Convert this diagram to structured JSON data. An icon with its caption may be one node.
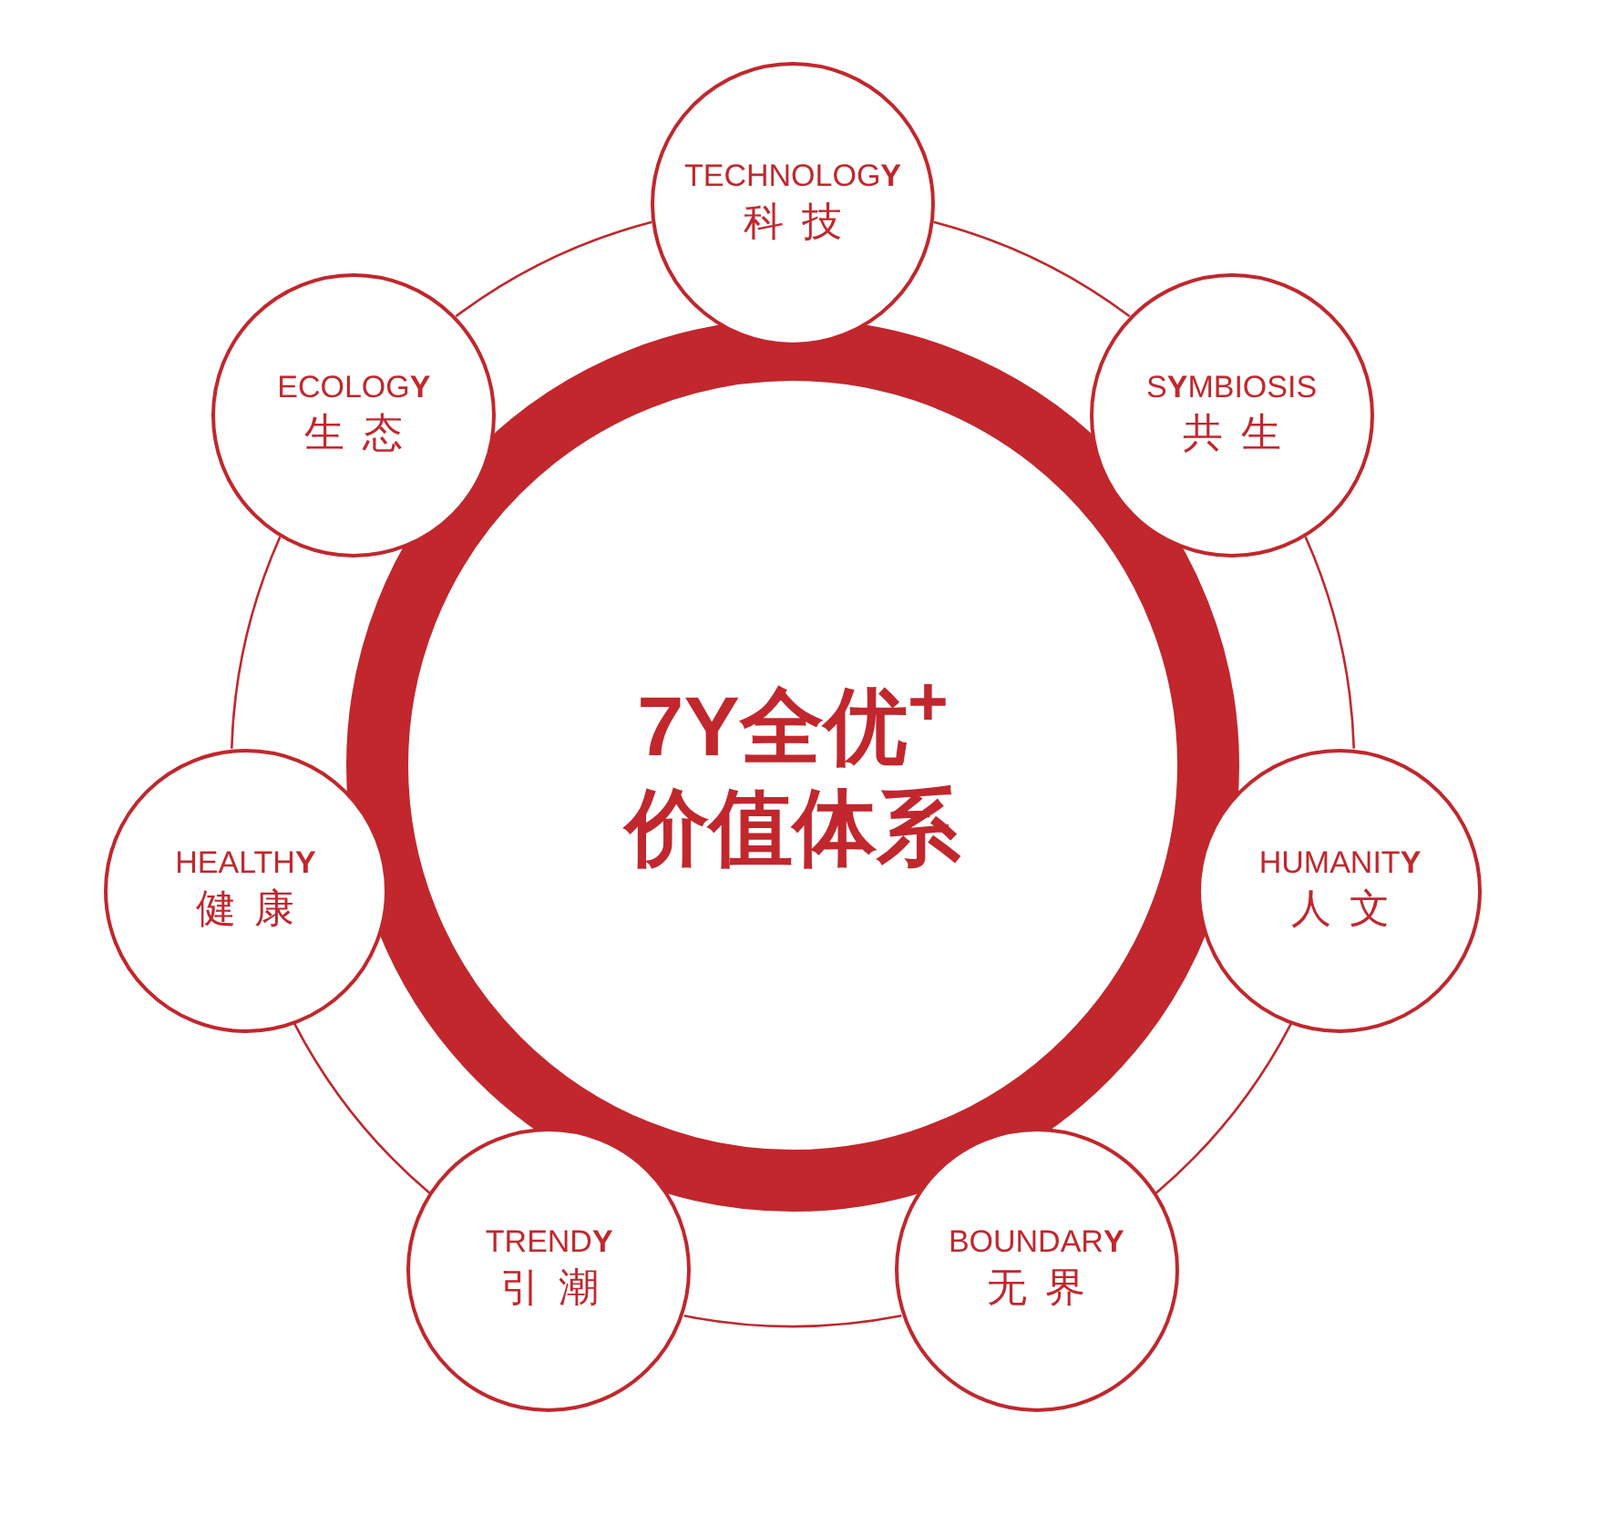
{
  "diagram": {
    "nodes": [
      {
        "text": [
          "7Y全优$^{+}$",
          "价值体系"
        ]
      },
      {
        "text": [
          "TECHNOLOG**Y**",
          "科技"
        ]
      },
      {
        "text": [
          "S**Y**MBIOSIS",
          "共生"
        ]
      },
      {
        "text": [
          "HUMANIT**Y**",
          "人文"
        ]
      },
      {
        "text": [
          "BOUNDAR**Y**",
          "无界"
        ]
      },
      {
        "text": [
          "TREND**Y**",
          "引潮"
        ]
      },
      {
        "text": [
          "HEALTH**Y**",
          "健康"
        ]
      },
      {
        "text": [
          "ECOLOG**Y**",
          "生态"
        ]
      }
    ],
    "edges": [
      {
        "from": 1,
        "to": 2,
        "arrow": "none"
      },
      {
        "from": 2,
        "to": 3,
        "arrow": "none"
      },
      {
        "from": 3,
        "to": 4,
        "arrow": "none"
      },
      {
        "from": 4,
        "to": 5,
        "arrow": "none"
      },
      {
        "from": 5,
        "to": 6,
        "arrow": "none"
      },
      {
        "from": 6,
        "to": 7,
        "arrow": "none"
      },
      {
        "from": 7,
        "to": 1,
        "arrow": "none"
      }
    ]
  }
}
